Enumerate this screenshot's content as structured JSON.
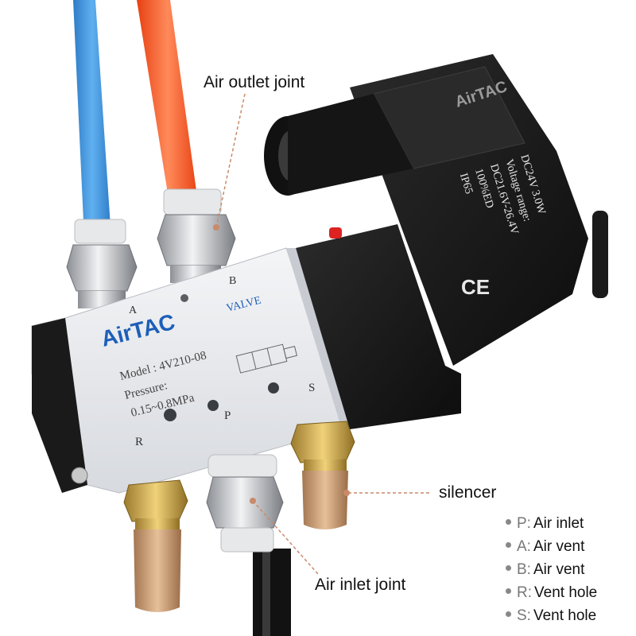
{
  "product": {
    "brand_logo": "AirTAC",
    "body_label": "VALVE",
    "model_text": "Model : 4V210-08",
    "pressure_label": "Pressure:",
    "pressure_value": "0.15~0.8MPa",
    "port_labels": {
      "a": "A",
      "b": "B",
      "p": "P",
      "r": "R",
      "s": "S"
    },
    "coil_brand_logo": "AirTAC",
    "coil_lines": [
      "DC24V 3.0W",
      "Voltage range:",
      "DC21.6V-26.4V",
      "100%ED",
      "IP65"
    ],
    "coil_mark": "CE"
  },
  "callouts": {
    "air_outlet_joint": "Air outlet joint",
    "silencer": "silencer",
    "air_inlet_joint": "Air inlet joint"
  },
  "legend": [
    {
      "key": "P:",
      "desc": "Air inlet"
    },
    {
      "key": "A:",
      "desc": "Air vent"
    },
    {
      "key": "B:",
      "desc": "Air vent"
    },
    {
      "key": "R:",
      "desc": "Vent hole"
    },
    {
      "key": "S:",
      "desc": "Vent hole"
    }
  ],
  "colors": {
    "background": "#ffffff",
    "leader_line": "#c98a6a",
    "blue_tube": "#3d8fd6",
    "red_tube": "#ff5a2a",
    "valve_body": "#e9ebee",
    "logo_blue": "#1d5fb8",
    "coil_black": "#1a1a1a",
    "brass": "#c9a24a",
    "bronze_filter": "#c89a6e"
  }
}
